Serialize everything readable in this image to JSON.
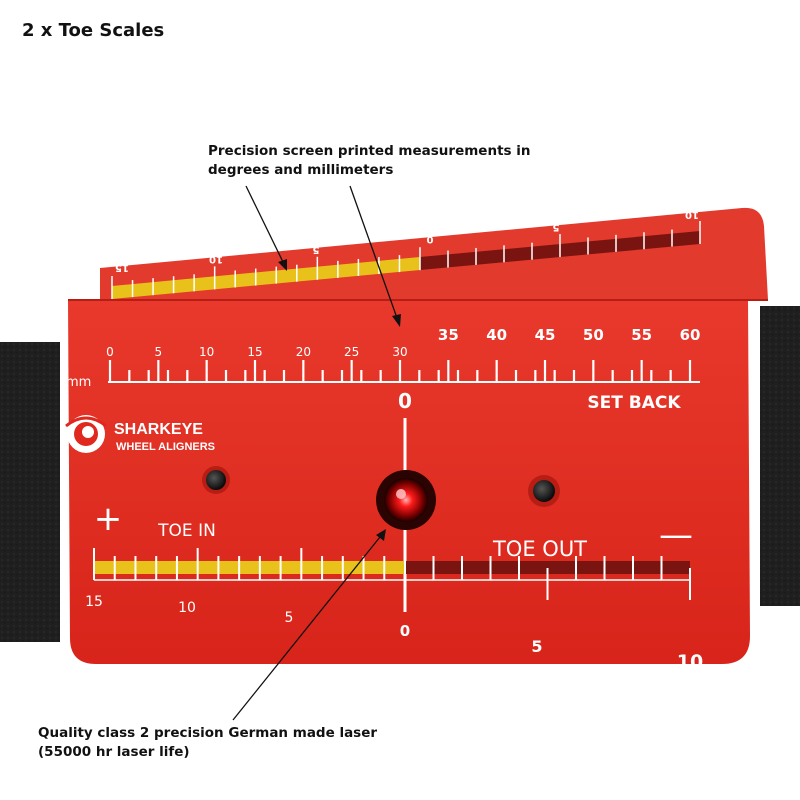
{
  "title": "2 x Toe Scales",
  "top_caption": {
    "line1": "Precision screen printed measurements in",
    "line2": "degrees and millimeters"
  },
  "bottom_caption": {
    "line1": "Quality class 2 precision German made laser",
    "line2": "(55000 hr laser life)"
  },
  "plate": {
    "brand": "SHARKEYE",
    "brand_sub": "WHEEL ALIGNERS",
    "mm_unit": "mm",
    "mm_labels": [
      "0",
      "5",
      "10",
      "15",
      "20",
      "25",
      "30",
      "35",
      "40",
      "45",
      "50",
      "55",
      "60"
    ],
    "setback_zero": "0",
    "setback_label": "SET BACK",
    "toe_in_label": "TOE IN",
    "toe_out_label": "TOE OUT",
    "plus_sign": "+",
    "minus_sign": "—",
    "toe_labels": [
      "15",
      "10",
      "5",
      "0",
      "5",
      "10"
    ],
    "top_scale_labels": [
      "15",
      "10",
      "5",
      "0",
      "5",
      "10"
    ]
  },
  "colors": {
    "plate": "#e0281e",
    "yellow": "#e8c21a",
    "brown": "#7a1410",
    "belt": "#1e1e1e",
    "laser": "#ff1a1a"
  }
}
